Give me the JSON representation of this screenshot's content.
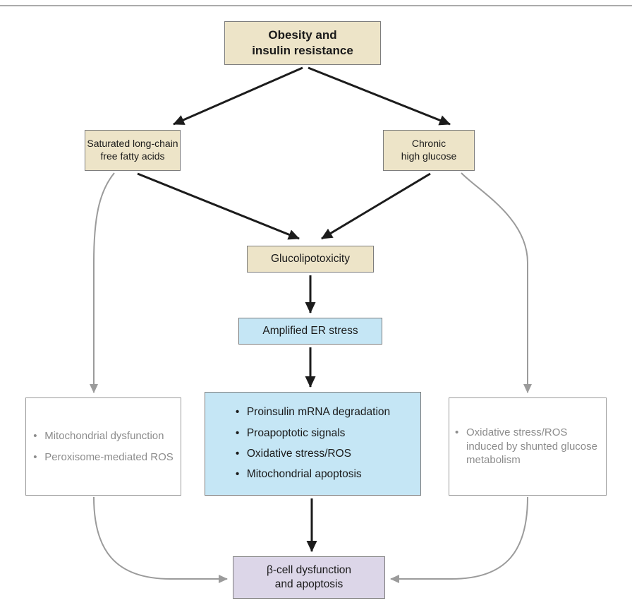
{
  "diagram": {
    "title_box": {
      "label": "Obesity and\ninsulin resistance"
    },
    "ffa_box": {
      "label": "Saturated long-chain\nfree fatty acids"
    },
    "glucose_box": {
      "label": "Chronic\nhigh glucose"
    },
    "glucolipotoxicity_box": {
      "label": "Glucolipotoxicity"
    },
    "er_stress_box": {
      "label": "Amplified ER stress"
    },
    "effects_box": {
      "items": [
        "Proinsulin mRNA degradation",
        "Proapoptotic signals",
        "Oxidative stress/ROS",
        "Mitochondrial apoptosis"
      ]
    },
    "mito_box": {
      "items": [
        "Mitochondrial dysfunction",
        "Peroxisome-mediated ROS"
      ]
    },
    "oxid_box": {
      "items": [
        "Oxidative stress/ROS induced by shunted glucose metabolism"
      ]
    },
    "outcome_box": {
      "label": "β-cell dysfunction\nand apoptosis"
    }
  },
  "colors": {
    "tan_fill": "#ede4c8",
    "blue_fill": "#c5e6f5",
    "purple_fill": "#dcd6e8",
    "colored_box_border": "#7d7d7d",
    "gray_box_border": "#9a9a9a",
    "gray_text": "#8c8c8c",
    "black_arrow": "#1c1c1c",
    "gray_arrow": "#9b9b9b",
    "top_rule": "#ababab"
  }
}
